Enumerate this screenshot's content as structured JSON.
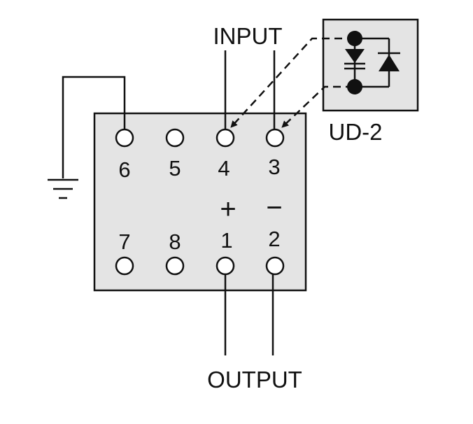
{
  "labels": {
    "input": "INPUT",
    "output": "OUTPUT",
    "module": "UD-2"
  },
  "terminals": {
    "top": [
      "6",
      "5",
      "4",
      "3"
    ],
    "bottom": [
      "7",
      "8",
      "1",
      "2"
    ]
  },
  "polarity": {
    "plus": "+",
    "minus": "−"
  },
  "colors": {
    "box_fill": "#e4e4e4",
    "line": "#111111",
    "terminal_fill": "#ffffff"
  },
  "icons": [
    "ground-icon",
    "diode-icon"
  ]
}
